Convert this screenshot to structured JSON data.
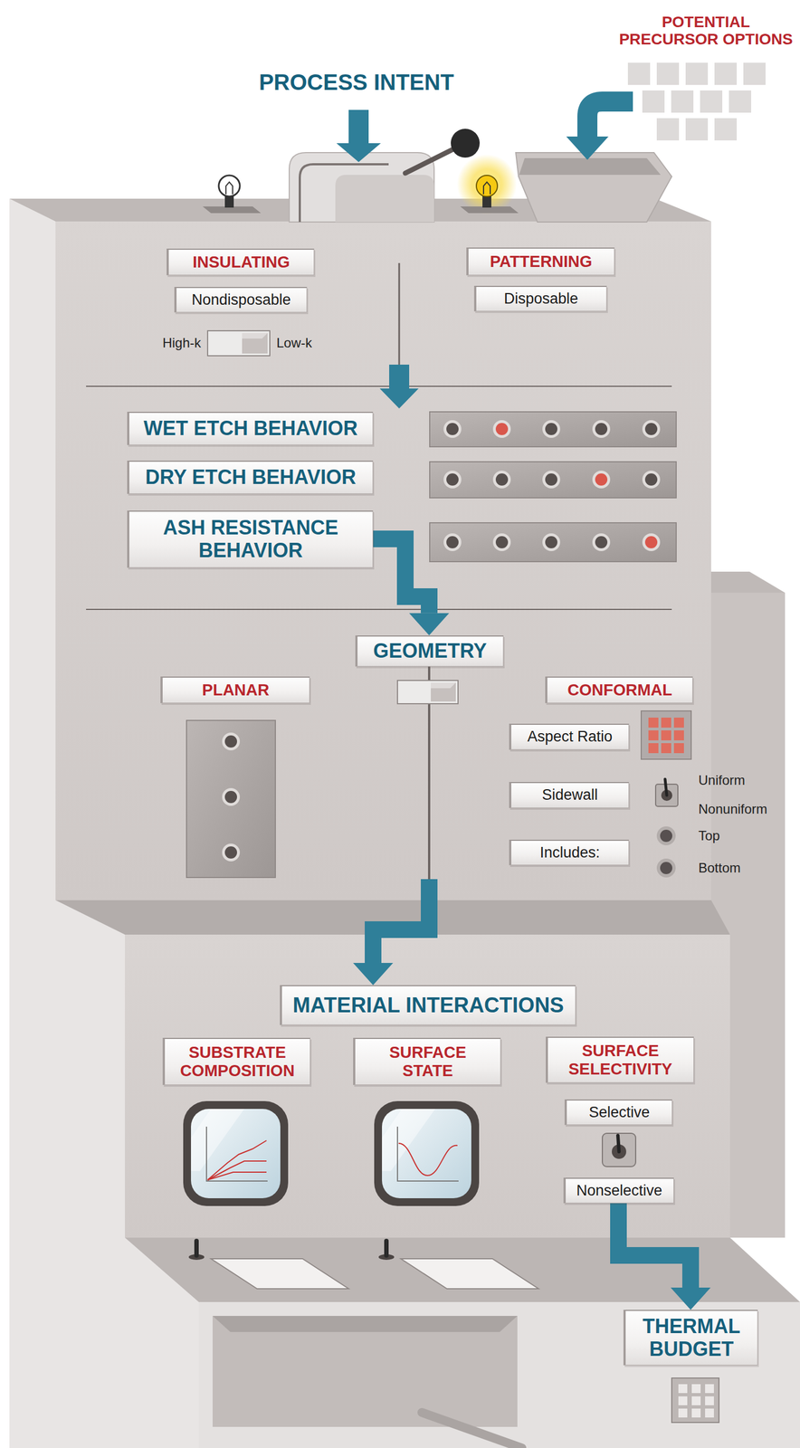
{
  "diagram": {
    "nodes": [
      {
        "text": [
          "POTENTIAL PRECURSOR OPTIONS"
        ]
      },
      {
        "text": [
          "PROCESS INTENT"
        ]
      },
      {
        "text": [
          "INSULATING"
        ]
      },
      {
        "text": [
          "Nondisposable"
        ]
      },
      {
        "text": [
          "PATTERNING"
        ]
      },
      {
        "text": [
          "Disposable"
        ]
      },
      {
        "text": [
          "WET ETCH BEHAVIOR"
        ]
      },
      {
        "text": [
          "DRY ETCH BEHAVIOR"
        ]
      },
      {
        "text": [
          "ASH RESISTANCE BEHAVIOR"
        ]
      },
      {
        "text": [
          "GEOMETRY"
        ]
      },
      {
        "text": [
          "PLANAR"
        ]
      },
      {
        "text": [
          "CONFORMAL"
        ]
      },
      {
        "text": [
          "Aspect Ratio"
        ]
      },
      {
        "text": [
          "Sidewall"
        ]
      },
      {
        "text": [
          "Includes:"
        ]
      },
      {
        "text": [
          "MATERIAL INTERACTIONS"
        ]
      },
      {
        "text": [
          "SUBSTRATE COMPOSITION"
        ]
      },
      {
        "text": [
          "SURFACE STATE"
        ]
      },
      {
        "text": [
          "SURFACE SELECTIVITY"
        ]
      },
      {
        "text": [
          "Selective"
        ]
      },
      {
        "text": [
          "Nonselective"
        ]
      },
      {
        "text": [
          "THERMAL BUDGET"
        ]
      }
    ],
    "edges": [
      {
        "from": 8,
        "to": 9,
        "arrow": "to"
      },
      {
        "from": 9,
        "to": 15,
        "arrow": "to"
      },
      {
        "from": 20,
        "to": 21,
        "arrow": "to"
      }
    ],
    "labels": [
      "High-k",
      "Low-k",
      "Uniform",
      "Nonuniform",
      "Top",
      "Bottom"
    ]
  }
}
